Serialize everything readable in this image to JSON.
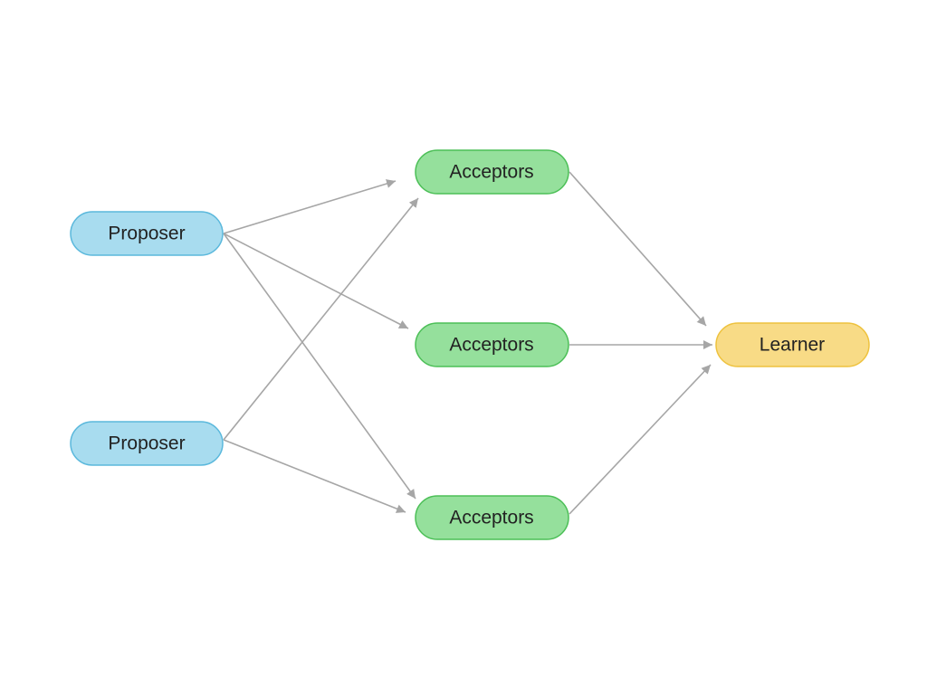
{
  "diagram": {
    "type": "flow",
    "colors": {
      "edge": "#a6a6a6",
      "text": "#222222"
    },
    "nodes": [
      {
        "id": "proposer-1",
        "label": "Proposer",
        "role": "proposer",
        "fill": "#a8dcef",
        "stroke": "#5ab8dc"
      },
      {
        "id": "proposer-2",
        "label": "Proposer",
        "role": "proposer",
        "fill": "#a8dcef",
        "stroke": "#5ab8dc"
      },
      {
        "id": "acceptors-1",
        "label": "Acceptors",
        "role": "acceptor",
        "fill": "#95e09c",
        "stroke": "#4cbf57"
      },
      {
        "id": "acceptors-2",
        "label": "Acceptors",
        "role": "acceptor",
        "fill": "#95e09c",
        "stroke": "#4cbf57"
      },
      {
        "id": "acceptors-3",
        "label": "Acceptors",
        "role": "acceptor",
        "fill": "#95e09c",
        "stroke": "#4cbf57"
      },
      {
        "id": "learner",
        "label": "Learner",
        "role": "learner",
        "fill": "#f8db86",
        "stroke": "#eec23e"
      }
    ],
    "edges": [
      {
        "from": "proposer-1",
        "to": "acceptors-1"
      },
      {
        "from": "proposer-1",
        "to": "acceptors-2"
      },
      {
        "from": "proposer-1",
        "to": "acceptors-3"
      },
      {
        "from": "proposer-2",
        "to": "acceptors-1"
      },
      {
        "from": "proposer-2",
        "to": "acceptors-3"
      },
      {
        "from": "acceptors-1",
        "to": "learner"
      },
      {
        "from": "acceptors-2",
        "to": "learner"
      },
      {
        "from": "acceptors-3",
        "to": "learner"
      }
    ]
  }
}
